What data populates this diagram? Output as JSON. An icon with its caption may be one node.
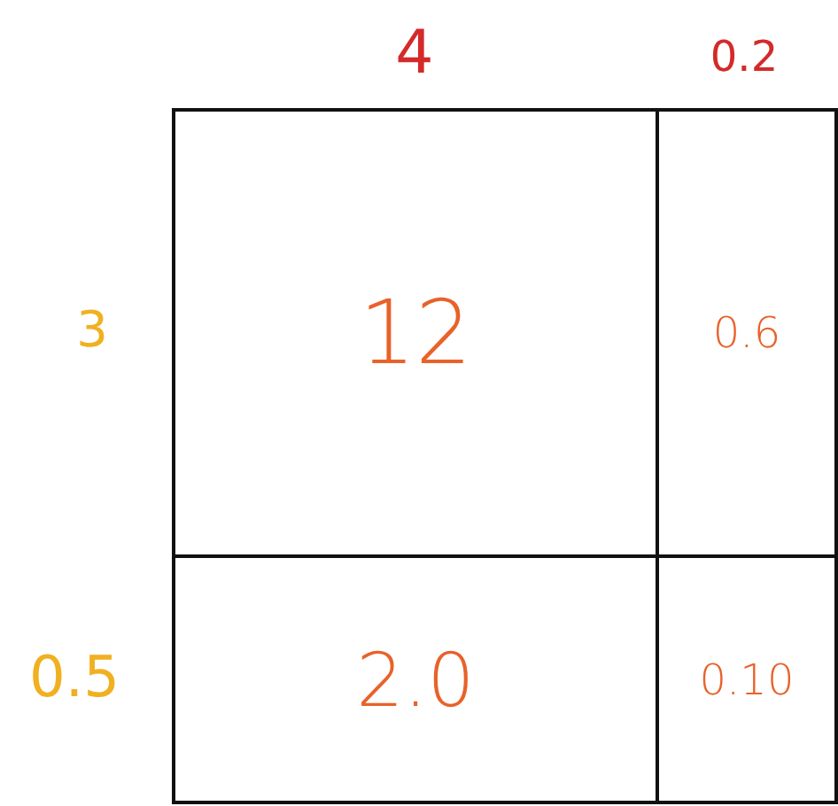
{
  "diagram": {
    "nodes": [
      {
        "text": [
          "12"
        ]
      },
      {
        "text": [
          "0.6"
        ]
      },
      {
        "text": [
          "2.0"
        ]
      },
      {
        "text": [
          "0.10"
        ]
      }
    ],
    "labels": [
      "4",
      "0.2",
      "3",
      "0.5"
    ]
  }
}
